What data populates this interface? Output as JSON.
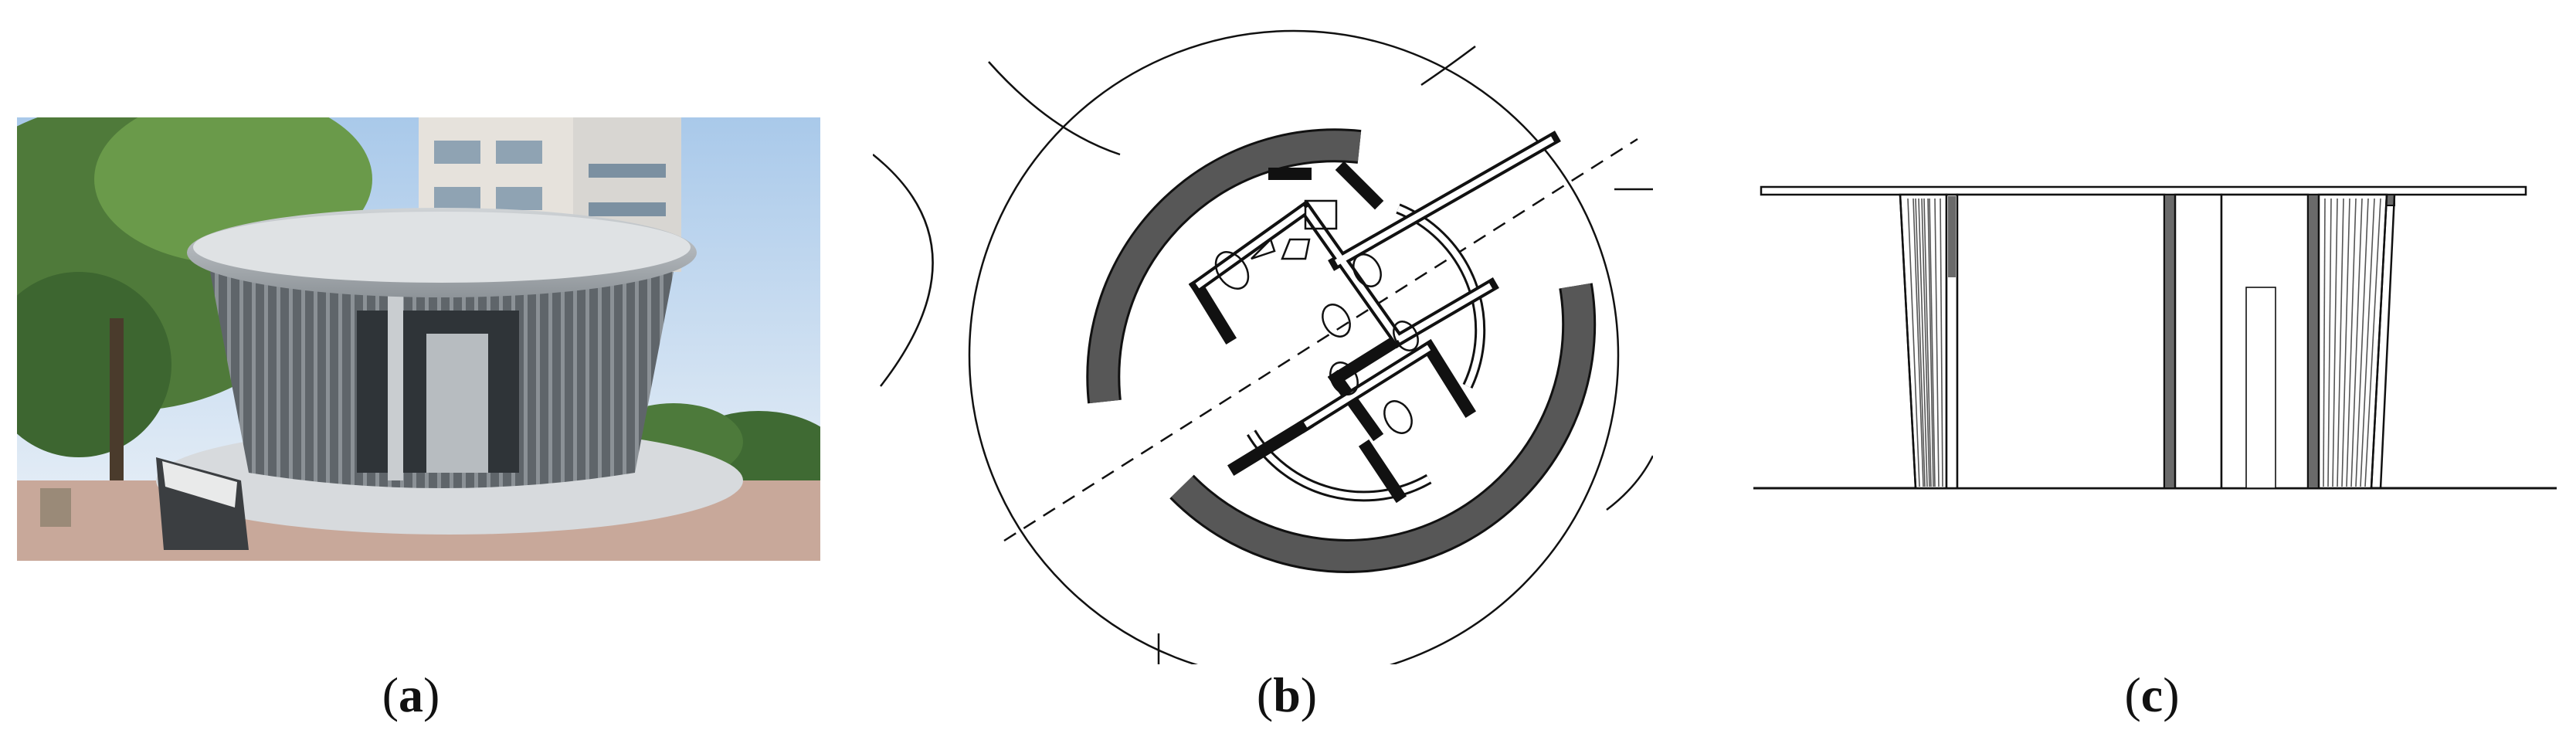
{
  "figure": {
    "panels": [
      {
        "id": "a",
        "letter": "a",
        "open": "(",
        "close": ")"
      },
      {
        "id": "b",
        "letter": "b",
        "open": "(",
        "close": ")"
      },
      {
        "id": "c",
        "letter": "c",
        "open": "(",
        "close": ")"
      }
    ]
  },
  "colors": {
    "wall_fill": "#505050",
    "line": "#111111",
    "sky": "#dbe8f4",
    "foliage": "#4f7a3a",
    "facade": "#6d7277",
    "paving": "#c8a89a"
  }
}
